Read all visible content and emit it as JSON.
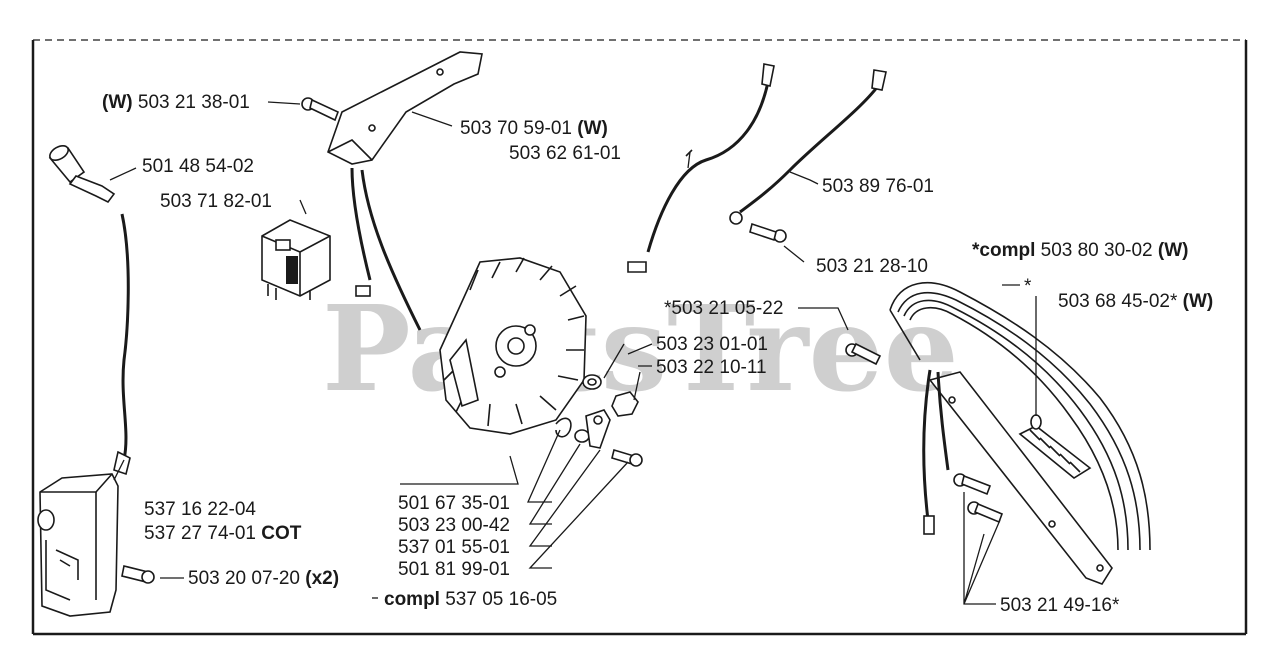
{
  "watermark": "PartsTree",
  "labels": {
    "bolt_w": {
      "prefix": "(W)",
      "num": "503 21 38-01"
    },
    "plug_cap": "501 48 54-02",
    "switch": "503 71 82-01",
    "shield_w": {
      "num": "503 70 59-01",
      "suffix": "(W)"
    },
    "shield": "503 62 61-01",
    "wire_a": "503 89 76-01",
    "screw_a": "503 21 28-10",
    "kit_w": {
      "star": "*",
      "prefix": "compl",
      "num": "503 80 30-02",
      "suffix": "(W)"
    },
    "star_mark": "*",
    "handle_w": {
      "num": "503 68 45-02*",
      "suffix": "(W)"
    },
    "screw_star": "*503 21 05-22",
    "washer": "503 23 01-01",
    "nut": "503 22 10-11",
    "flywheel": "501 67 35-01",
    "washer2": "503 23 00-42",
    "pawl": "537 01 55-01",
    "screw2": "501 81 99-01",
    "kit_main": {
      "prefix": "compl",
      "num": "537 05 16-05"
    },
    "module": "537 16 22-04",
    "module_cot": {
      "num": "537 27 74-01",
      "suffix": "COT"
    },
    "module_screw": {
      "num": "503 20 07-20",
      "suffix": "(x2)"
    },
    "handle_screws": "503 21 49-16*"
  }
}
